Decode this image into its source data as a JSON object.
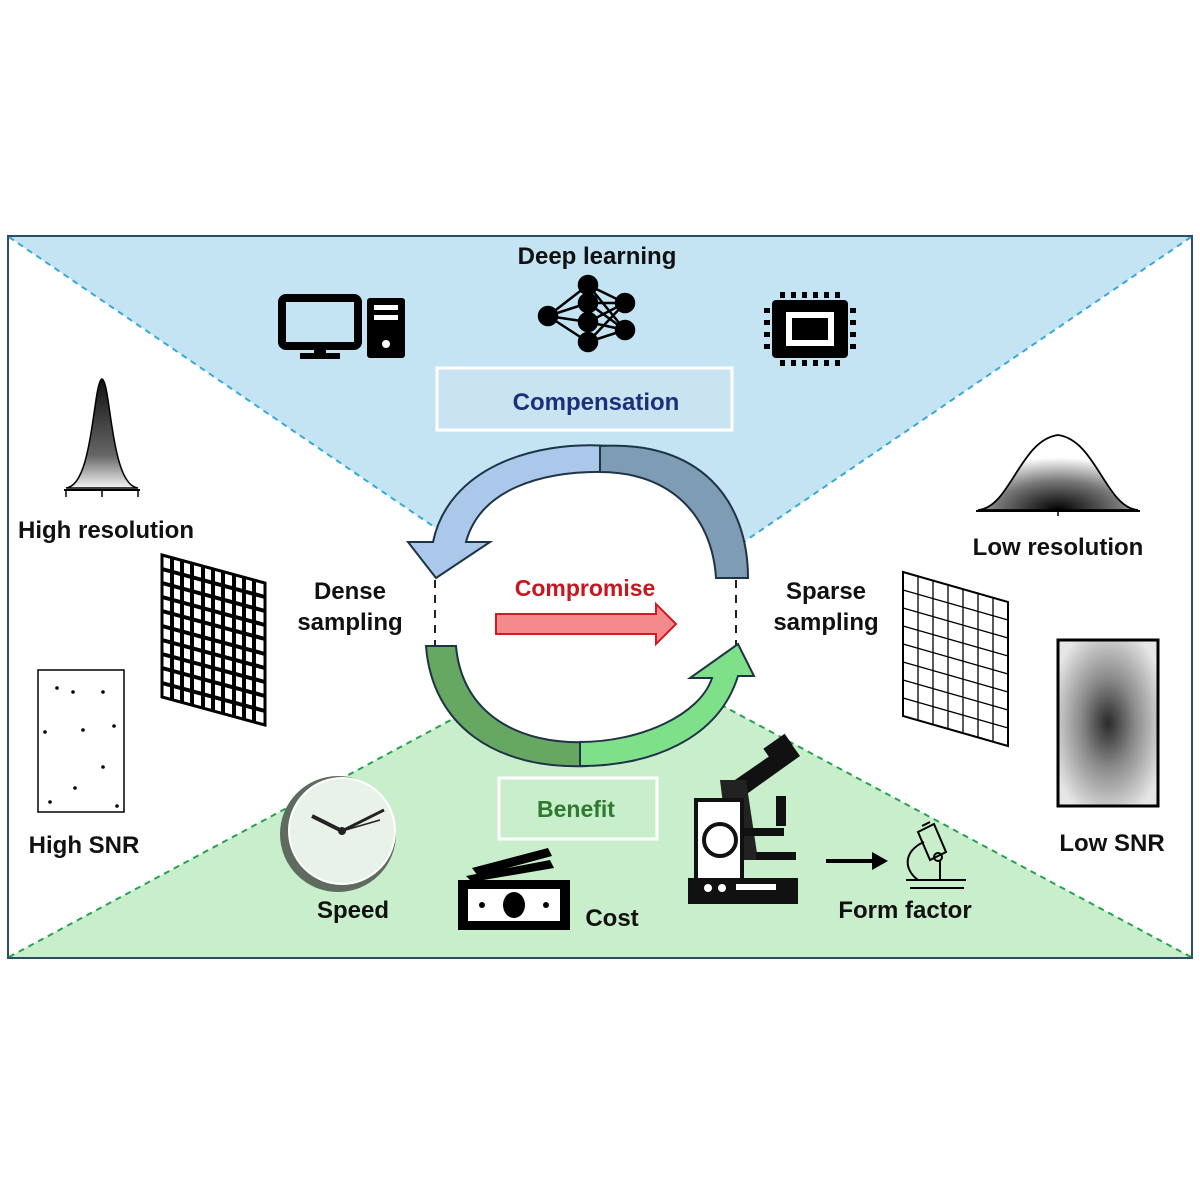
{
  "labels": {
    "deep_learning": "Deep learning",
    "compensation": "Compensation",
    "compromise": "Compromise",
    "benefit": "Benefit",
    "high_resolution": "High resolution",
    "low_resolution": "Low resolution",
    "dense_line1": "Dense",
    "dense_line2": "sampling",
    "sparse_line1": "Sparse",
    "sparse_line2": "sampling",
    "high_snr": "High SNR",
    "low_snr": "Low SNR",
    "speed": "Speed",
    "cost": "Cost",
    "form_factor": "Form factor"
  },
  "colors": {
    "top_region": "#c4e4f4",
    "bottom_region": "#c8eecb",
    "top_dash": "#35a9d9",
    "bottom_dash": "#2aa053",
    "compensation_text": "#1c2f7a",
    "compromise_text": "#c8161e",
    "benefit_text": "#2f7a2f",
    "arrow_blue_light": "#aac8ea",
    "arrow_blue_dark": "#7f9cb5",
    "arrow_green_light": "#7fe08a",
    "arrow_green_dark": "#66a862"
  }
}
